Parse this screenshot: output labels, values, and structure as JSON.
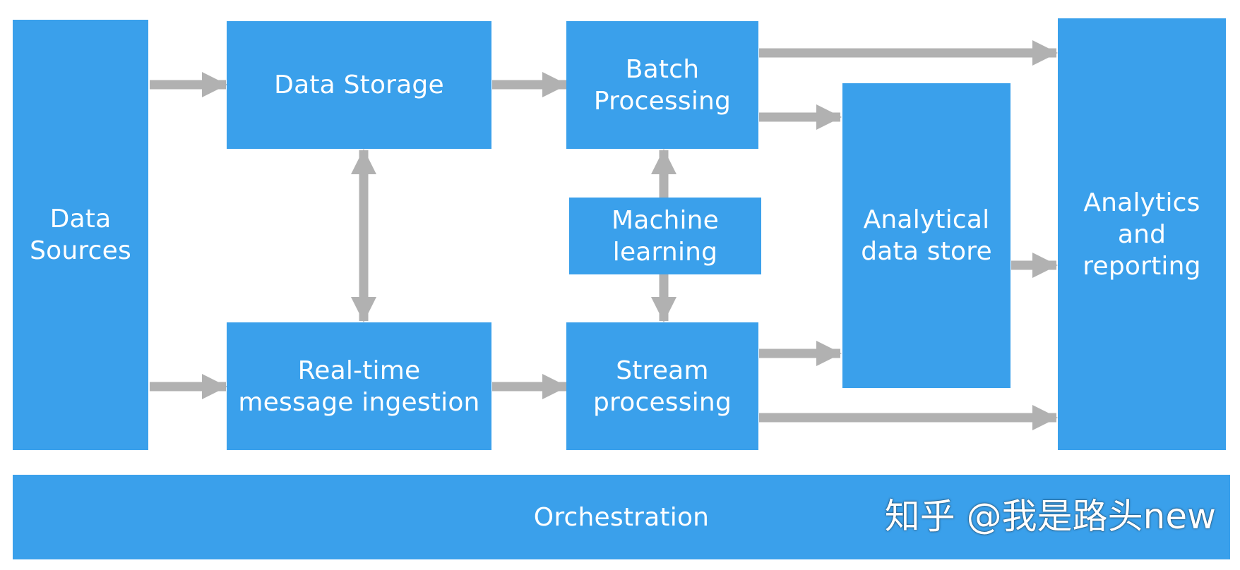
{
  "colors": {
    "box": "#3aa0eb",
    "arrow": "#b1b1b1",
    "text": "#ffffff"
  },
  "nodes": {
    "data_sources": "Data\nSources",
    "data_storage": "Data Storage",
    "batch_processing": "Batch\nProcessing",
    "machine_learning": "Machine\nlearning",
    "analytical_data_store": "Analytical\ndata store",
    "analytics_reporting": "Analytics\nand\nreporting",
    "realtime_ingestion": "Real-time\nmessage ingestion",
    "stream_processing": "Stream\nprocessing",
    "orchestration": "Orchestration"
  },
  "edges": [
    {
      "from": "data_sources",
      "to": "data_storage"
    },
    {
      "from": "data_sources",
      "to": "realtime_ingestion"
    },
    {
      "from": "data_storage",
      "to": "batch_processing"
    },
    {
      "from": "realtime_ingestion",
      "to": "stream_processing"
    },
    {
      "from": "data_storage",
      "to": "realtime_ingestion",
      "bidirectional": true
    },
    {
      "from": "machine_learning",
      "to": "batch_processing"
    },
    {
      "from": "machine_learning",
      "to": "stream_processing"
    },
    {
      "from": "batch_processing",
      "to": "analytics_reporting"
    },
    {
      "from": "batch_processing",
      "to": "analytical_data_store"
    },
    {
      "from": "stream_processing",
      "to": "analytical_data_store"
    },
    {
      "from": "stream_processing",
      "to": "analytics_reporting"
    },
    {
      "from": "analytical_data_store",
      "to": "analytics_reporting"
    }
  ],
  "watermark": "知乎 @我是路头new"
}
